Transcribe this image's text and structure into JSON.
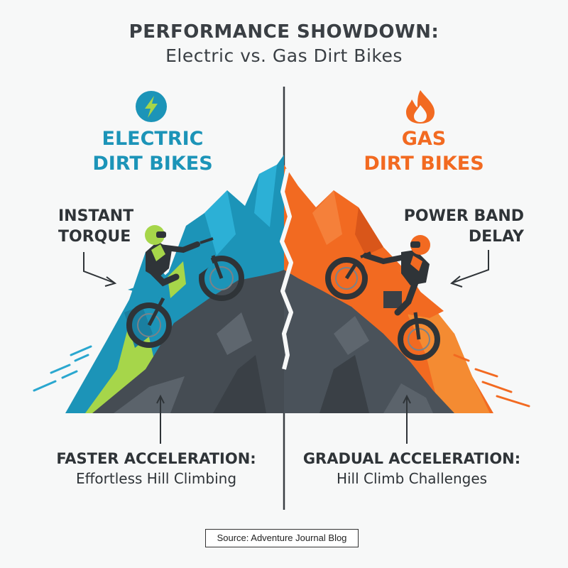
{
  "header": {
    "title": "PERFORMANCE SHOWDOWN:",
    "subtitle": "Electric vs. Gas Dirt Bikes"
  },
  "electric": {
    "icon": "lightning-bolt-icon",
    "title_line1": "ELECTRIC",
    "title_line2": "DIRT BIKES",
    "callout_line1": "INSTANT",
    "callout_line2": "TORQUE",
    "bottom_heading": "FASTER ACCELERATION:",
    "bottom_sub": "Effortless Hill Climbing",
    "accent_color": "#1c94b8"
  },
  "gas": {
    "icon": "flame-icon",
    "title_line1": "GAS",
    "title_line2": "DIRT BIKES",
    "callout_line1": "POWER BAND",
    "callout_line2": "DELAY",
    "bottom_heading": "GRADUAL ACCELERATION:",
    "bottom_sub": "Hill Climb Challenges",
    "accent_color": "#f26a21"
  },
  "footer": {
    "source": "Source: Adventure Journal Blog"
  }
}
